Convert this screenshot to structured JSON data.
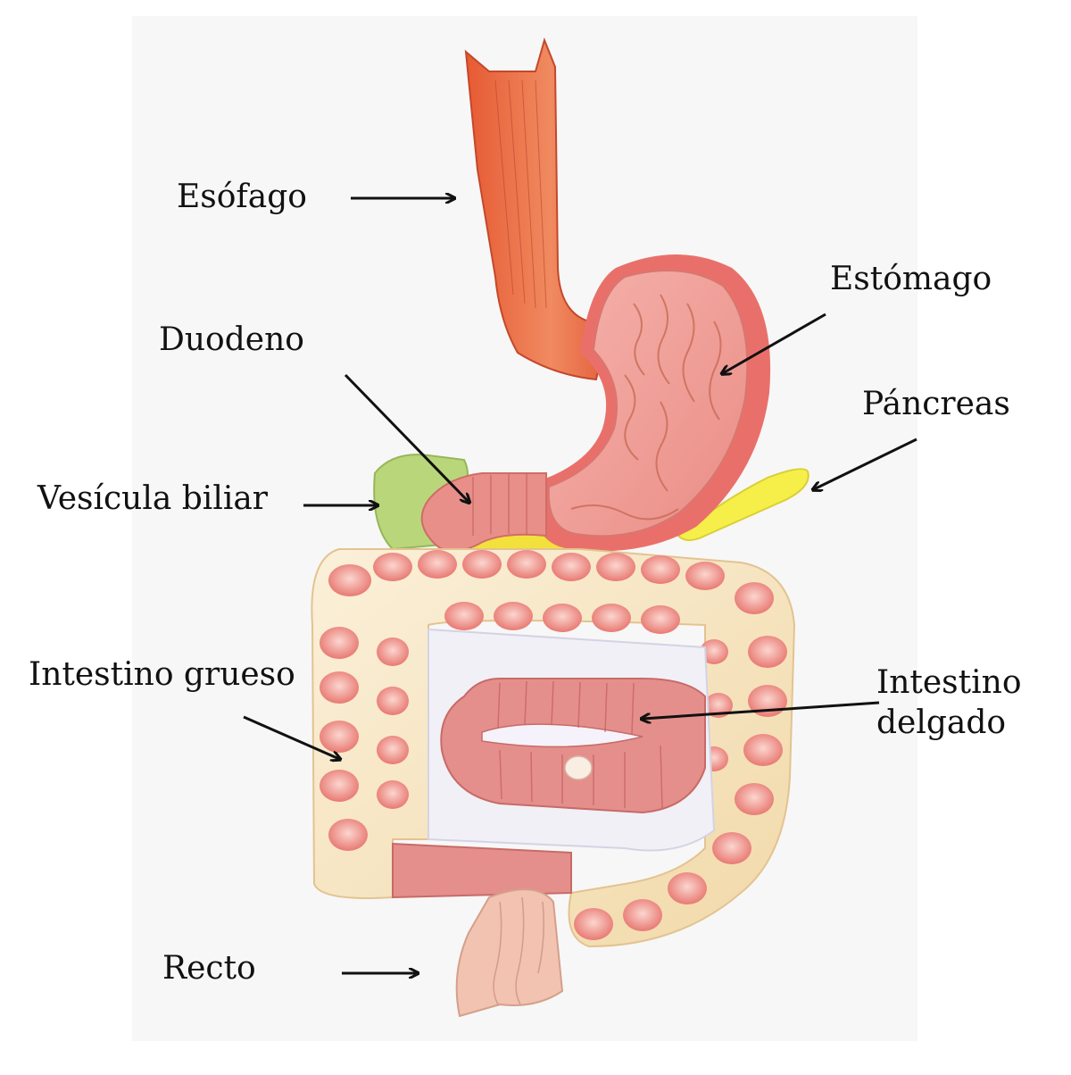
{
  "labels": {
    "esofago": "Esófago",
    "estomago": "Estómago",
    "duodeno": "Duodeno",
    "pancreas": "Páncreas",
    "vesicula": "Vesícula biliar",
    "grueso": "Intestino grueso",
    "delgado_line1": "Intestino",
    "delgado_line2": "delgado",
    "recto": "Recto"
  },
  "colors": {
    "esophagus": "#e0633a",
    "stomach": "#f0a5a0",
    "stomach_rim": "#e9706a",
    "large_intestine_base": "#f7e6c6",
    "haustra": "#e8736d",
    "small_intestine": "#e58f8c",
    "gallbladder": "#b9d77a",
    "pancreas": "#f6ef4a",
    "rectum": "#f2c3b0",
    "background_card": "#f4f4f4",
    "arrow": "#111111"
  }
}
